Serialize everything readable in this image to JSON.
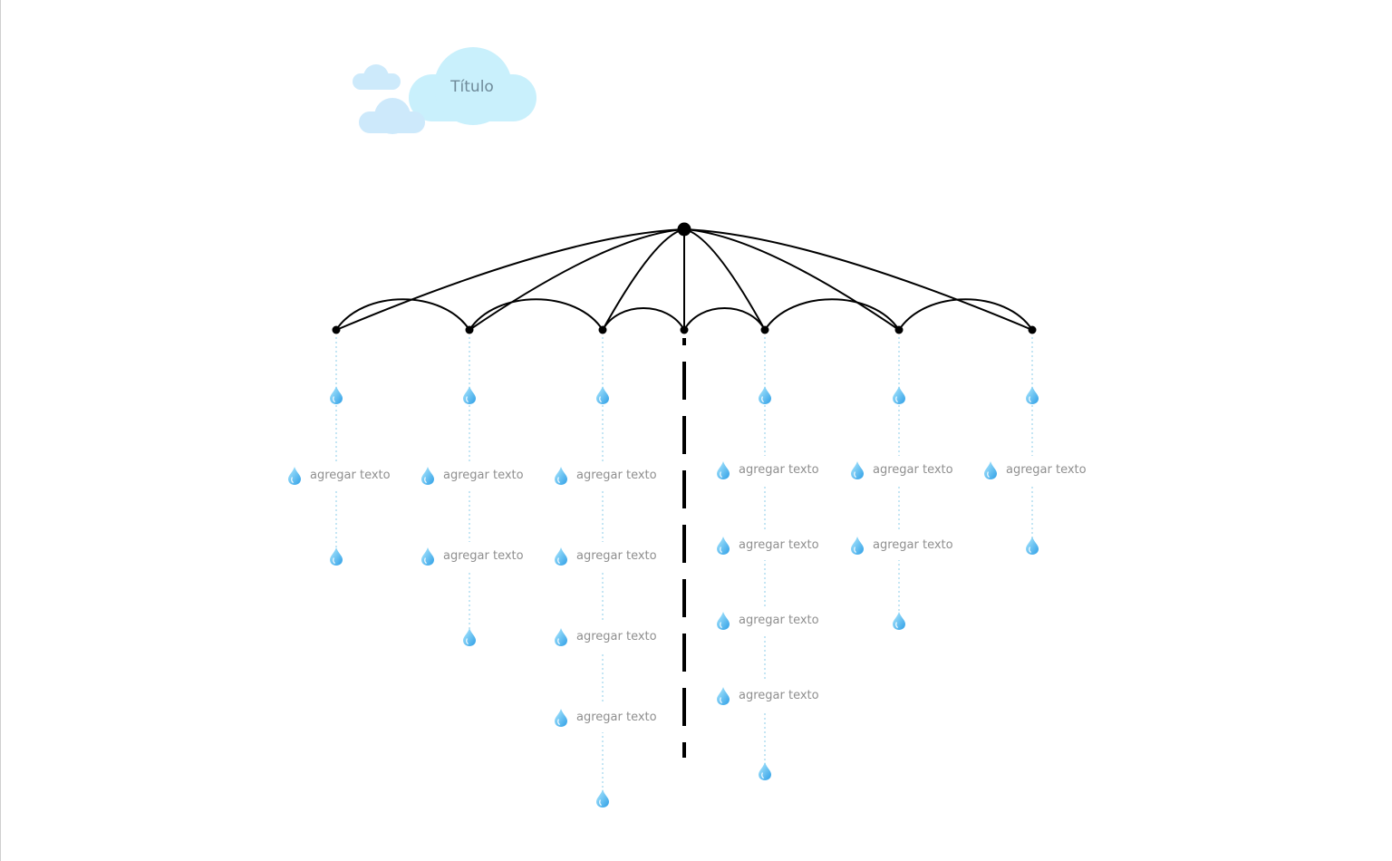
{
  "title": "Título",
  "colors": {
    "cloud_main": "#c9f0fc",
    "cloud_secondary": "#cde8fb",
    "drop_light": "#9fe2ff",
    "drop_dark": "#3ba8e8",
    "connector": "#c5e6f4",
    "umbrella": "#000000"
  },
  "icons": {
    "drop": "water-drop-icon",
    "cloud": "cloud-icon"
  },
  "ribs": [
    {
      "items": [
        "agregar texto"
      ]
    },
    {
      "items": [
        "agregar texto",
        "agregar texto"
      ]
    },
    {
      "items": [
        "agregar texto",
        "agregar texto",
        "agregar texto",
        "agregar texto"
      ]
    },
    {
      "items": [
        "agregar texto",
        "agregar texto",
        "agregar texto",
        "agregar texto"
      ]
    },
    {
      "items": [
        "agregar texto",
        "agregar texto"
      ]
    },
    {
      "items": [
        "agregar texto"
      ]
    }
  ]
}
